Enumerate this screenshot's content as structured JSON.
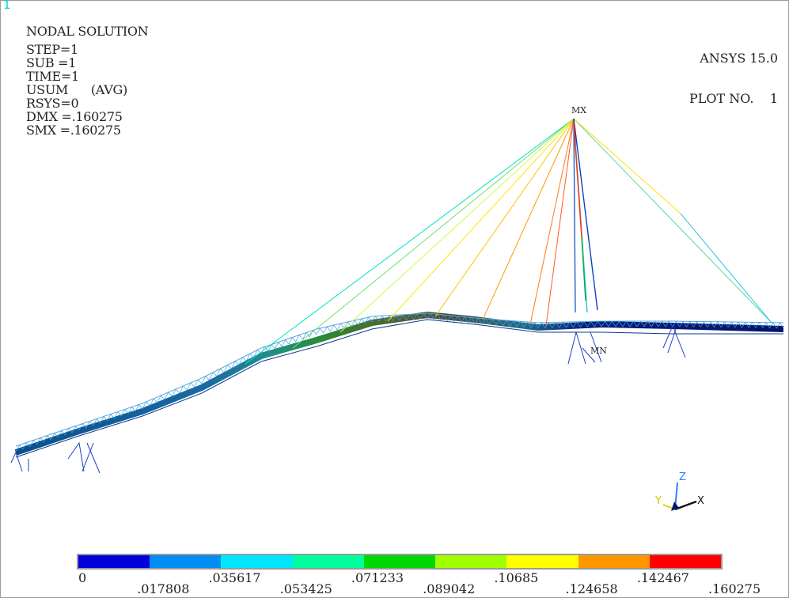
{
  "window": {
    "number": "1"
  },
  "info": {
    "title": "NODAL SOLUTION",
    "lines": [
      "STEP=1",
      "SUB =1",
      "TIME=1",
      "USUM      (AVG)",
      "RSYS=0",
      "DMX =.160275",
      "SMX =.160275"
    ]
  },
  "brand": {
    "line1": "ANSYS 15.0",
    "line2": "PLOT NO.    1"
  },
  "markers": {
    "max": "MX",
    "min": "MN"
  },
  "triad": {
    "x": "X",
    "y": "Y",
    "z": "Z"
  },
  "legend": {
    "colors": [
      "#0000d8",
      "#008cf0",
      "#00e6ff",
      "#00ff9c",
      "#00d800",
      "#a0ff00",
      "#ffff00",
      "#ff9600",
      "#ff0000"
    ],
    "labels": [
      "0",
      ".017808",
      ".035617",
      ".053425",
      ".071233",
      ".089042",
      ".10685",
      ".124658",
      ".142467",
      ".160275"
    ]
  }
}
